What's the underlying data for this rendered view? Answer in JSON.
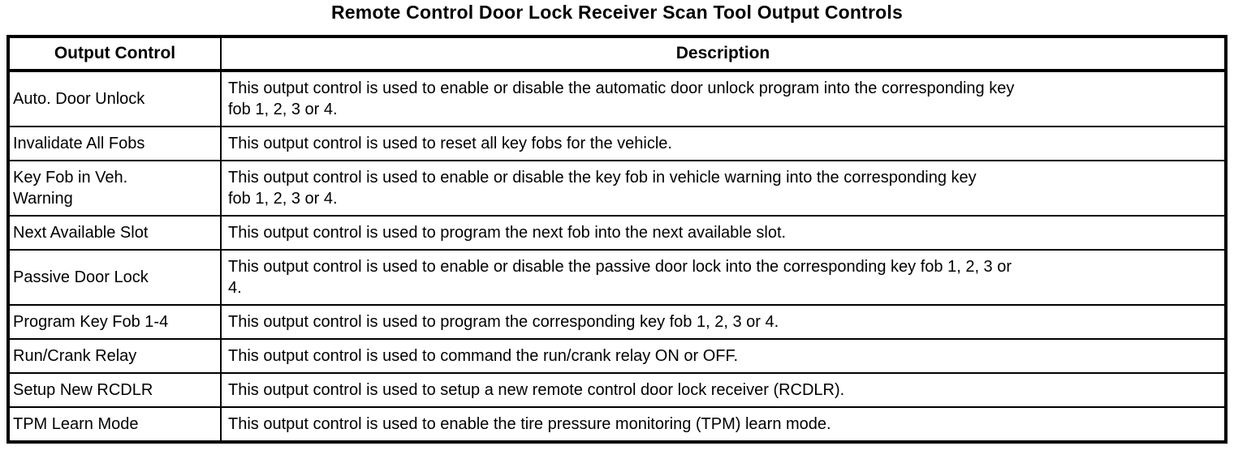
{
  "title": "Remote Control Door Lock Receiver Scan Tool Output Controls",
  "table": {
    "headers": {
      "control": "Output Control",
      "description": "Description"
    },
    "rows": [
      {
        "control": "Auto. Door Unlock",
        "description": "This output control is used to enable or disable the automatic door unlock program into the corresponding key\nfob 1, 2, 3 or 4."
      },
      {
        "control": "Invalidate All Fobs",
        "description": "This output control is used to reset all key fobs for the vehicle."
      },
      {
        "control": "Key Fob in Veh.\nWarning",
        "description": "This output control is used to enable or disable the key fob in vehicle warning into the corresponding key\nfob 1, 2, 3 or 4."
      },
      {
        "control": "Next Available Slot",
        "description": "This output control is used to program the next fob into the next available slot."
      },
      {
        "control": "Passive Door Lock",
        "description": "This output control is used to enable or disable the passive door lock into the corresponding key fob 1, 2, 3 or\n4."
      },
      {
        "control": "Program Key Fob 1-4",
        "description": "This output control is used to program the corresponding key fob 1, 2, 3 or 4."
      },
      {
        "control": "Run/Crank Relay",
        "description": "This output control is used to command the run/crank relay ON or OFF."
      },
      {
        "control": "Setup New RCDLR",
        "description": "This output control is used to setup a new remote control door lock receiver (RCDLR)."
      },
      {
        "control": "TPM Learn Mode",
        "description": "This output control is used to enable the tire pressure monitoring (TPM) learn mode."
      }
    ]
  },
  "colors": {
    "background": "#ffffff",
    "text": "#000000",
    "border": "#000000"
  }
}
